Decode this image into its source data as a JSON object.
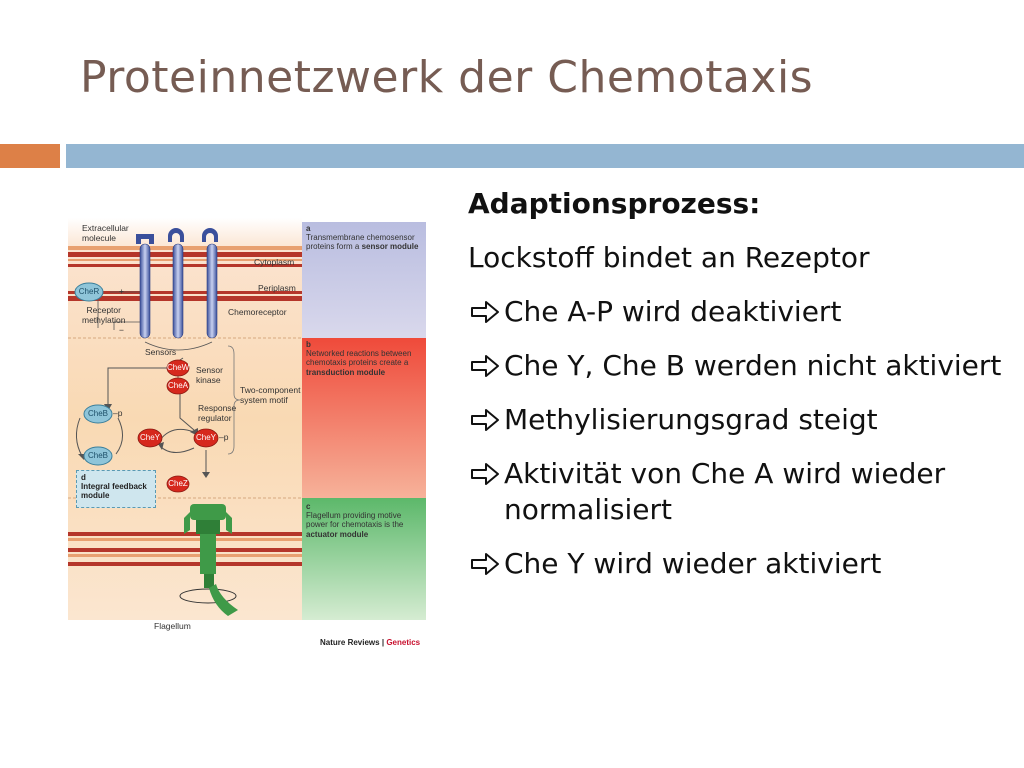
{
  "slide": {
    "title": "Proteinnetzwerk der Chemotaxis"
  },
  "figure": {
    "labels": {
      "extracellular": "Extracellular\nmolecule",
      "cytoplasm": "Cytoplasm",
      "periplasm": "Periplasm",
      "chemoreceptor": "Chemoreceptor",
      "receptor_methylation": "Receptor\nmethylation",
      "sensors": "Sensors",
      "sensor_kinase": "Sensor\nkinase",
      "two_component": "Two-component\nsystem motif",
      "response_regulator": "Response\nregulator",
      "flagellum": "Flagellum",
      "plus": "+",
      "minus": "−",
      "p1": "–p",
      "p2": "–p"
    },
    "proteins": {
      "cher": "CheR",
      "chew": "CheW",
      "chea": "CheA",
      "cheb_p": "CheB",
      "cheb": "CheB",
      "chey_left": "CheY",
      "chey_right": "CheY",
      "chez": "CheZ"
    },
    "feedback": {
      "letter": "d",
      "text": "Integral feedback\nmodule"
    },
    "modules": {
      "a": {
        "letter": "a",
        "text": "Transmembrane chemosensor proteins form a ",
        "bold": "sensor module"
      },
      "b": {
        "letter": "b",
        "text": "Networked reactions between chemotaxis proteins create a ",
        "bold": "transduction module"
      },
      "c": {
        "letter": "c",
        "text": "Flagellum providing motive power for chemotaxis is the ",
        "bold": "actuator module"
      }
    },
    "credit": {
      "journal": "Nature Reviews",
      "sep": "|",
      "section": "Genetics"
    }
  },
  "content": {
    "heading": "Adaptionsprozess:",
    "intro": "Lockstoff bindet an Rezeptor",
    "items": [
      "Che A-P wird deaktiviert",
      "Che Y, Che B werden nicht aktiviert",
      "Methylisierungsgrad steigt",
      "Aktivität von Che A wird wieder normalisiert",
      "Che Y wird wieder aktiviert"
    ]
  },
  "colors": {
    "title": "#765c53",
    "accent_orange": "#dd8047",
    "accent_blue": "#94b6d2"
  },
  "icons": {
    "bullet": "outline-right-arrow-icon"
  }
}
